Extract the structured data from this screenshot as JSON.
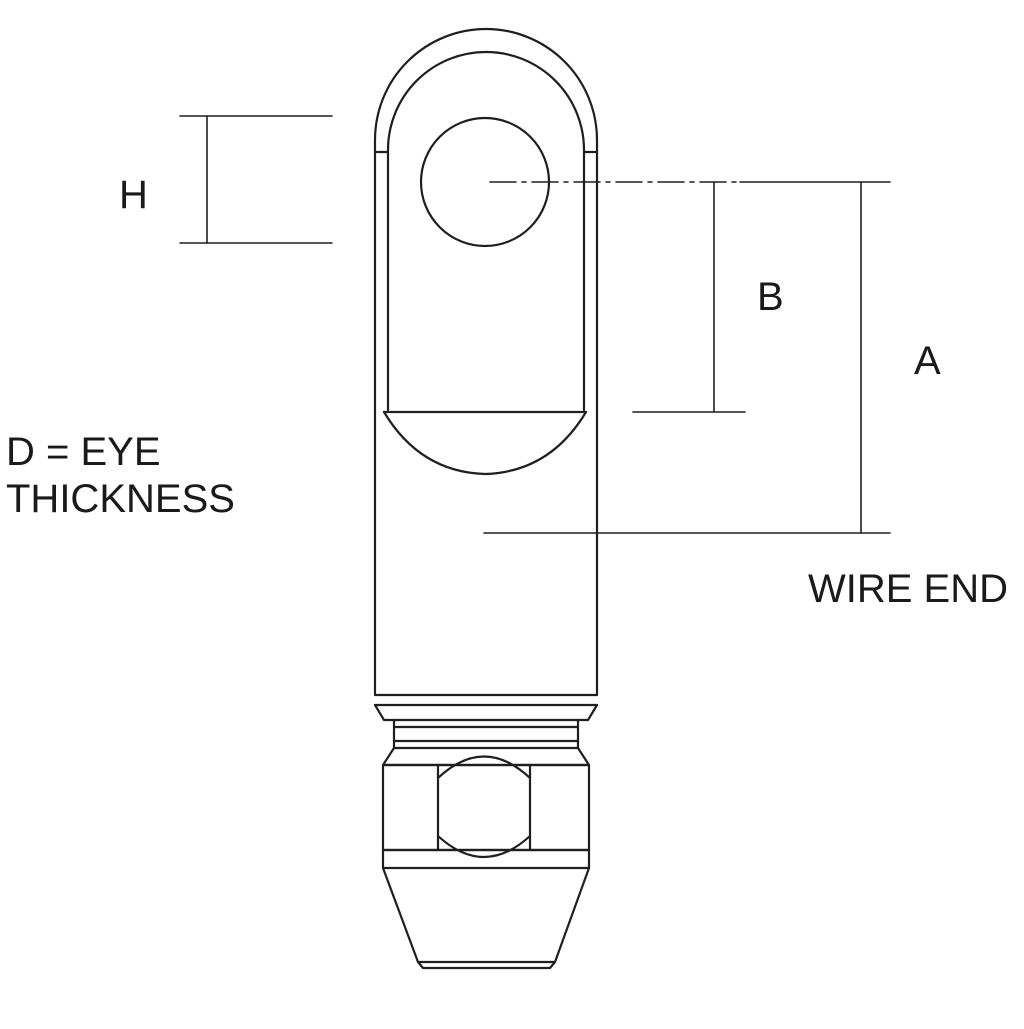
{
  "labels": {
    "h": "H",
    "b": "B",
    "a": "A",
    "d_line1": "D = EYE",
    "d_line2": "THICKNESS",
    "wire_end": "WIRE END"
  }
}
